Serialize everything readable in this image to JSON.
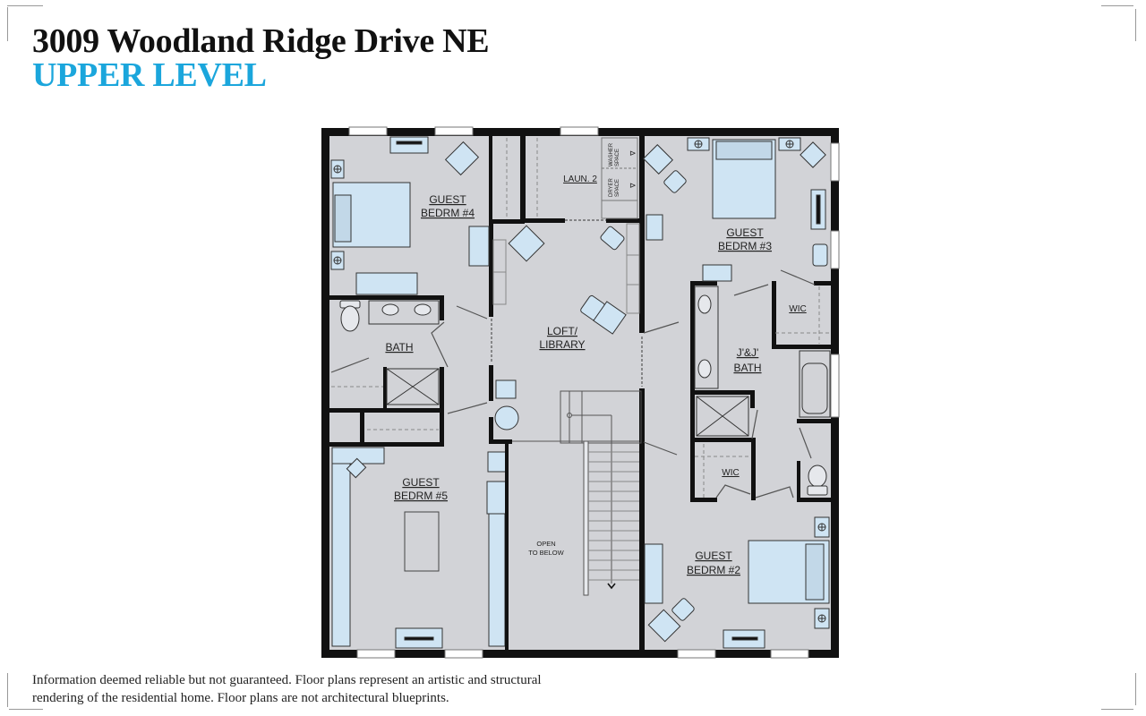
{
  "header": {
    "address": "3009 Woodland Ridge Drive NE",
    "level": "UPPER LEVEL"
  },
  "colors": {
    "level_accent": "#1ba6dc",
    "floor_fill": "#d2d3d7",
    "furniture_fill": "#cfe4f3",
    "wall": "#111111"
  },
  "rooms": {
    "bedroom4": {
      "line1": "GUEST",
      "line2": "BEDRM #4"
    },
    "laundry": {
      "label": "LAUN. 2"
    },
    "washer": {
      "line1": "WASHER",
      "line2": "SPACE"
    },
    "dryer": {
      "line1": "DRYER",
      "line2": "SPACE"
    },
    "bedroom3": {
      "line1": "GUEST",
      "line2": "BEDRM #3"
    },
    "bath": {
      "label": "BATH"
    },
    "loft": {
      "line1": "LOFT/",
      "line2": "LIBRARY"
    },
    "wic_upper": {
      "label": "WIC"
    },
    "jj_bath": {
      "line1": "J'&J'",
      "line2": "BATH"
    },
    "wic_lower": {
      "label": "WIC"
    },
    "bedroom5": {
      "line1": "GUEST",
      "line2": "BEDRM #5"
    },
    "open": {
      "line1": "OPEN",
      "line2": "TO BELOW"
    },
    "bedroom2": {
      "line1": "GUEST",
      "line2": "BEDRM #2"
    }
  },
  "footer": {
    "disclaimer_line1": "Information deemed reliable but not guaranteed. Floor plans represent an artistic and structural",
    "disclaimer_line2": "rendering of the residential home. Floor plans are not architectural blueprints."
  }
}
